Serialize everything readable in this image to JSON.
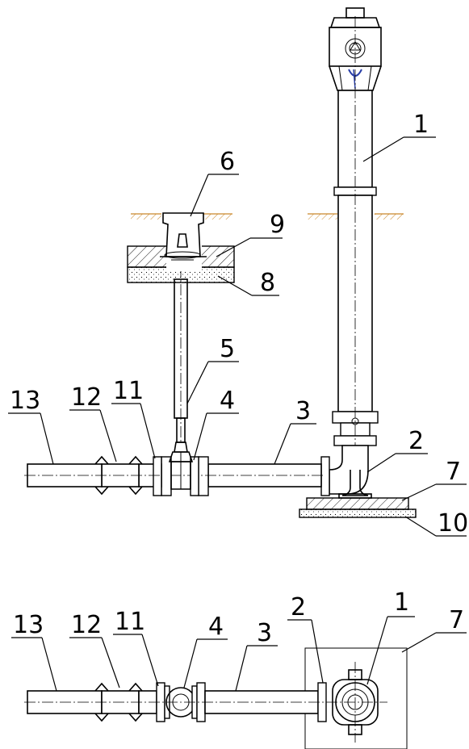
{
  "callouts_elevation": [
    {
      "id": "c1",
      "text": "1"
    },
    {
      "id": "c2",
      "text": "2"
    },
    {
      "id": "c3",
      "text": "3"
    },
    {
      "id": "c4",
      "text": "4"
    },
    {
      "id": "c5",
      "text": "5"
    },
    {
      "id": "c6",
      "text": "6"
    },
    {
      "id": "c7",
      "text": "7"
    },
    {
      "id": "c8",
      "text": "8"
    },
    {
      "id": "c9",
      "text": "9"
    },
    {
      "id": "c10",
      "text": "10"
    },
    {
      "id": "c11",
      "text": "11"
    },
    {
      "id": "c12",
      "text": "12"
    },
    {
      "id": "c13",
      "text": "13"
    }
  ],
  "callouts_plan": [
    {
      "id": "p1",
      "text": "1"
    },
    {
      "id": "p2",
      "text": "2"
    },
    {
      "id": "p3",
      "text": "3"
    },
    {
      "id": "p4",
      "text": "4"
    },
    {
      "id": "p7",
      "text": "7"
    },
    {
      "id": "p11",
      "text": "11"
    },
    {
      "id": "p12",
      "text": "12"
    },
    {
      "id": "p13",
      "text": "13"
    }
  ],
  "colors": {
    "line": "#000000",
    "ground": "#c9872a",
    "accent": "#2a3fa8"
  }
}
